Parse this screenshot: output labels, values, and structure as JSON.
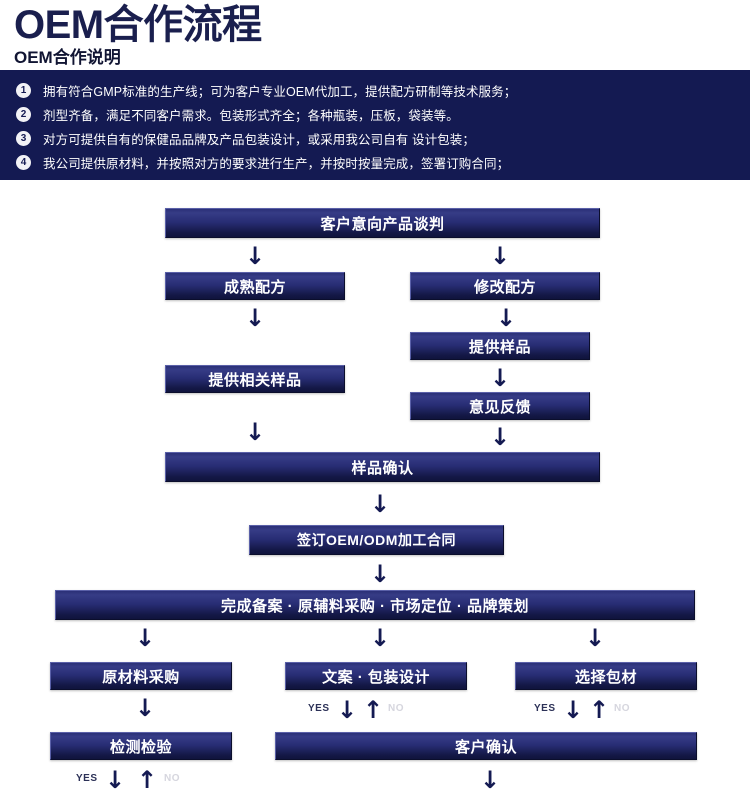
{
  "header": {
    "title": "OEM合作流程",
    "subtitle": "OEM合作说明"
  },
  "intro": {
    "items": [
      {
        "num": "1",
        "text": "拥有符合GMP标准的生产线；可为客户专业OEM代加工，提供配方研制等技术服务；"
      },
      {
        "num": "2",
        "text": "剂型齐备，满足不同客户需求。包装形式齐全；各种瓶装，压板，袋装等。"
      },
      {
        "num": "3",
        "text": "对方可提供自有的保健品品牌及产品包装设计，或采用我公司自有 设计包装；"
      },
      {
        "num": "4",
        "text": "我公司提供原材料，并按照对方的要求进行生产，并按时按量完成，签署订购合同；"
      }
    ]
  },
  "flow": {
    "nodes": {
      "negotiation": "客户意向产品谈判",
      "mature_formula": "成熟配方",
      "modify_formula": "修改配方",
      "provide_sample_2": "提供样品",
      "provide_related_sample": "提供相关样品",
      "feedback": "意见反馈",
      "sample_confirm": "样品确认",
      "sign_contract": "签订OEM/ODM加工合同",
      "filing_row": "完成备案 · 原辅料采购 · 市场定位 · 品牌策划",
      "raw_material": "原材料采购",
      "copy_packaging": "文案 · 包装设计",
      "select_package": "选择包材",
      "inspection": "检测检验",
      "customer_confirm": "客户确认"
    },
    "labels": {
      "yes": "YES",
      "no": "NO",
      "arrow_down": "↓",
      "arrow_up": "↑"
    }
  },
  "colors": {
    "brand_dark": "#141a52",
    "node_gradient_top": "#363c86",
    "node_gradient_bottom": "#10133c",
    "text_on_dark": "#ffffff",
    "no_label": "#d6d6de"
  }
}
